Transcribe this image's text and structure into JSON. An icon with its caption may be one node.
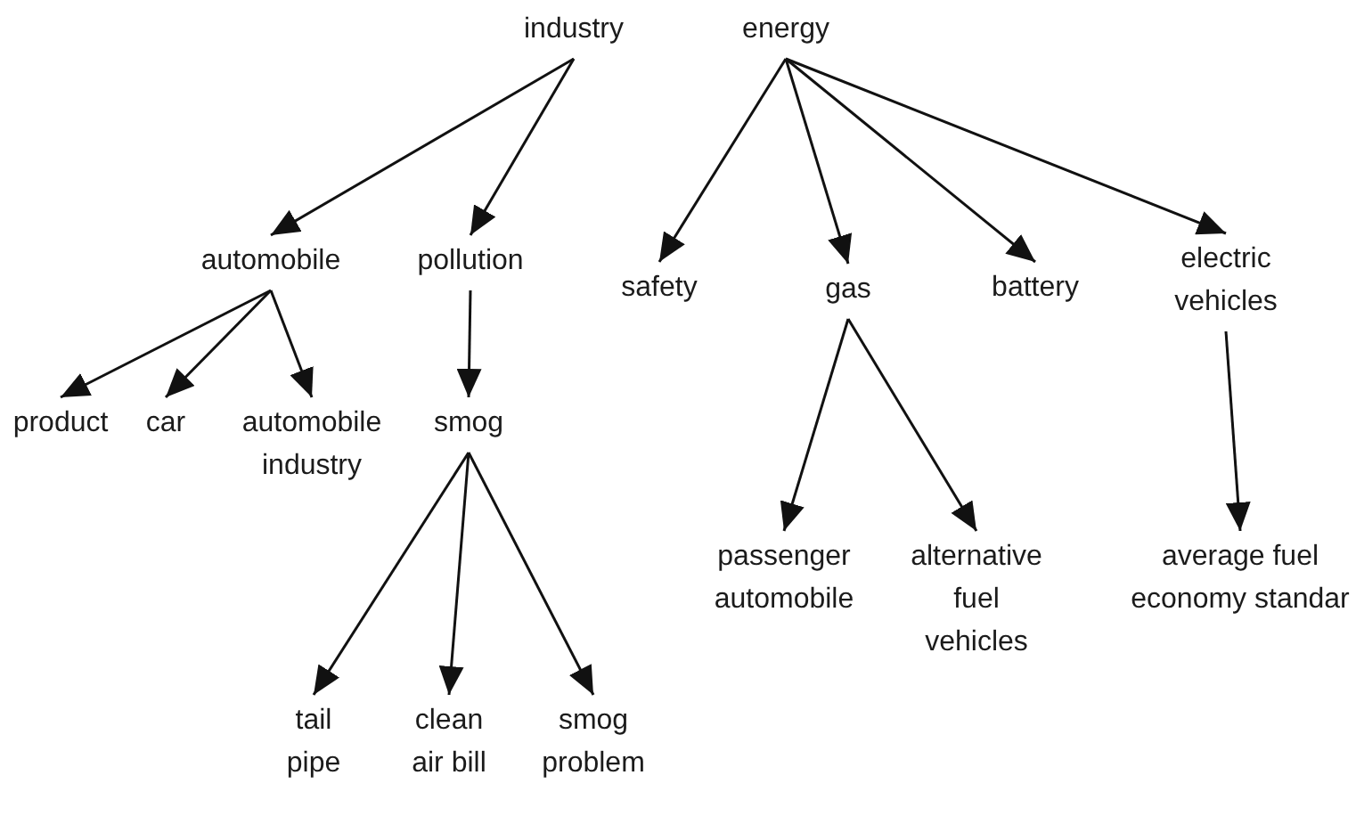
{
  "diagram": {
    "nodes": [
      {
        "text": [
          "industry"
        ]
      },
      {
        "text": [
          "energy"
        ]
      },
      {
        "text": [
          "automobile"
        ]
      },
      {
        "text": [
          "pollution"
        ]
      },
      {
        "text": [
          "safety"
        ]
      },
      {
        "text": [
          "gas"
        ]
      },
      {
        "text": [
          "battery"
        ]
      },
      {
        "text": [
          "electric vehicles"
        ]
      },
      {
        "text": [
          "product"
        ]
      },
      {
        "text": [
          "car"
        ]
      },
      {
        "text": [
          "automobile industry"
        ]
      },
      {
        "text": [
          "smog"
        ]
      },
      {
        "text": [
          "passenger automobile"
        ]
      },
      {
        "text": [
          "alternative fuel vehicles"
        ]
      },
      {
        "text": [
          "average fuel economy standar"
        ]
      },
      {
        "text": [
          "tail pipe"
        ]
      },
      {
        "text": [
          "clean air bill"
        ]
      },
      {
        "text": [
          "smog problem"
        ]
      }
    ],
    "edges": [
      {
        "from": 0,
        "to": 2,
        "arrow": "to"
      },
      {
        "from": 0,
        "to": 3,
        "arrow": "to"
      },
      {
        "from": 1,
        "to": 4,
        "arrow": "to"
      },
      {
        "from": 1,
        "to": 5,
        "arrow": "to"
      },
      {
        "from": 1,
        "to": 6,
        "arrow": "to"
      },
      {
        "from": 1,
        "to": 7,
        "arrow": "to"
      },
      {
        "from": 2,
        "to": 8,
        "arrow": "to"
      },
      {
        "from": 2,
        "to": 9,
        "arrow": "to"
      },
      {
        "from": 2,
        "to": 10,
        "arrow": "to"
      },
      {
        "from": 3,
        "to": 11,
        "arrow": "to"
      },
      {
        "from": 5,
        "to": 12,
        "arrow": "to"
      },
      {
        "from": 5,
        "to": 13,
        "arrow": "to"
      },
      {
        "from": 7,
        "to": 14,
        "arrow": "to"
      },
      {
        "from": 11,
        "to": 15,
        "arrow": "to"
      },
      {
        "from": 11,
        "to": 16,
        "arrow": "to"
      },
      {
        "from": 11,
        "to": 17,
        "arrow": "to"
      }
    ]
  }
}
